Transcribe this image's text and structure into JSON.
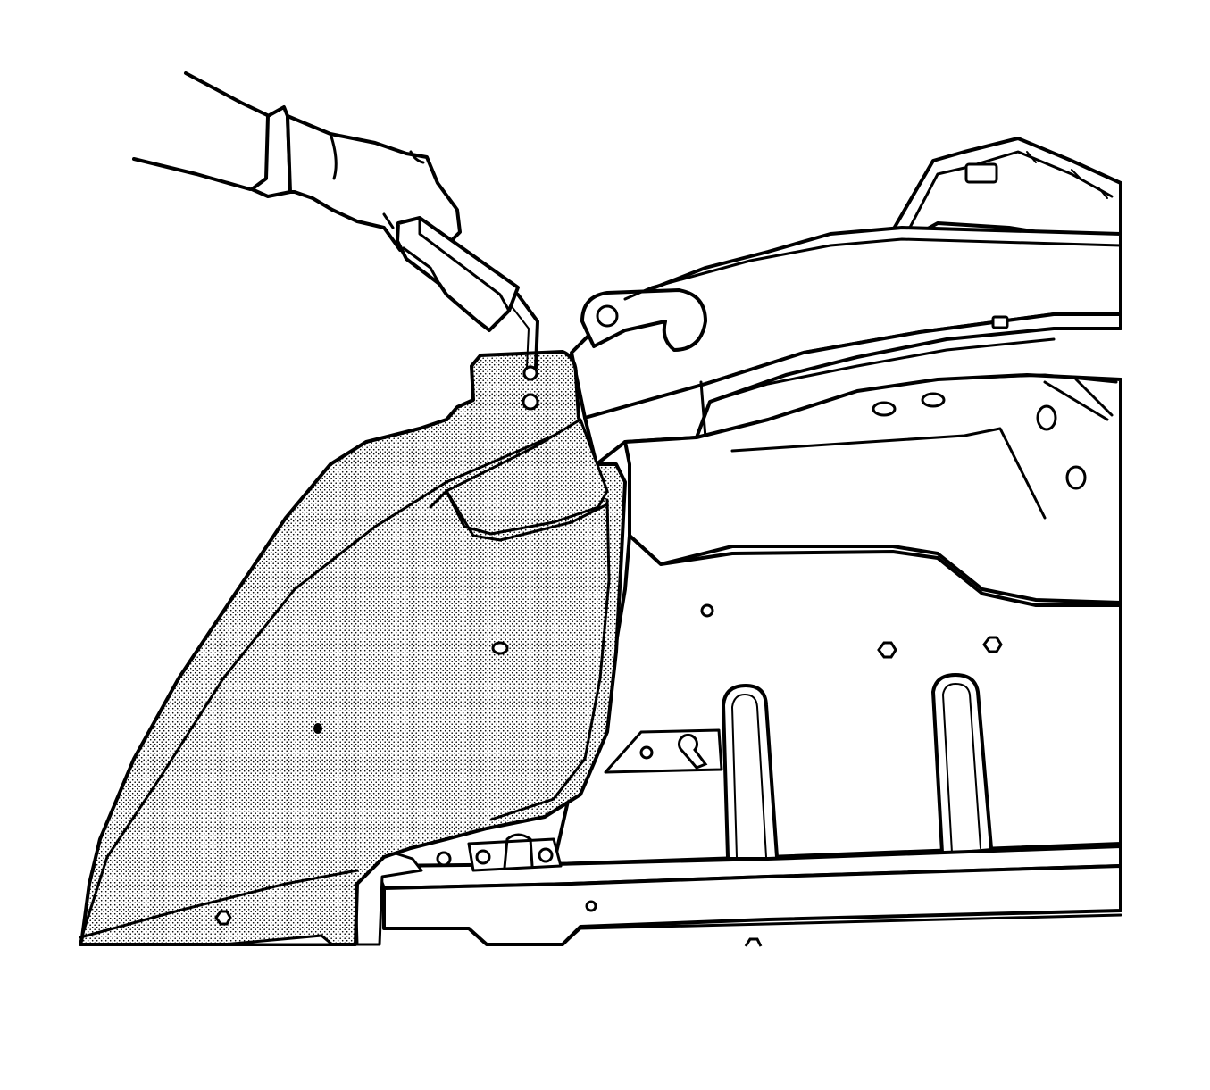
{
  "figure": {
    "kind": "technical-line-drawing",
    "style": "black-and-white",
    "highlighted_part_fill": "stipple",
    "colors": {
      "line": "#000000",
      "background": "#ffffff",
      "stipple": "#000000"
    },
    "icons": [
      "gloved-hand-icon",
      "hex-key-tool-icon"
    ]
  }
}
